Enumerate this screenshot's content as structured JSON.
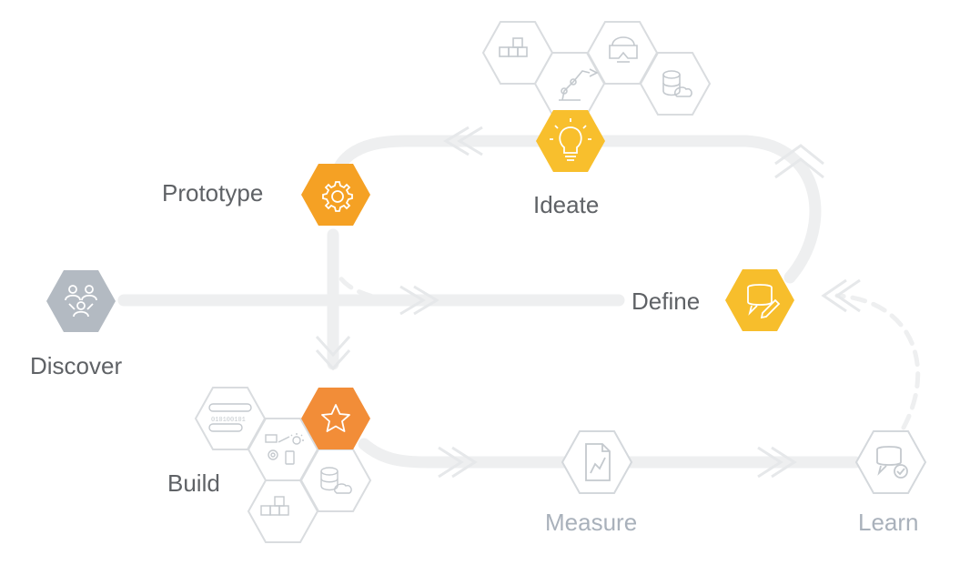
{
  "stages": {
    "discover": {
      "label": "Discover",
      "icon": "people-network-icon",
      "color": "#b3bac2"
    },
    "prototype": {
      "label": "Prototype",
      "icon": "gear-icon",
      "color": "#f5a124"
    },
    "ideate": {
      "label": "Ideate",
      "icon": "lightbulb-icon",
      "color": "#f8bf2d"
    },
    "define": {
      "label": "Define",
      "icon": "speech-bubble-pencil-icon",
      "color": "#f7be2c"
    },
    "build": {
      "label": "Build",
      "icon": "star-icon",
      "color": "#f28d38"
    },
    "measure": {
      "label": "Measure",
      "icon": "document-chart-icon",
      "color": "#d4d8dc"
    },
    "learn": {
      "label": "Learn",
      "icon": "speech-bubble-check-icon",
      "color": "#d4d8dc"
    }
  },
  "ideate_cluster_icons": [
    "cubes-icon",
    "robot-arm-icon",
    "vr-headset-icon",
    "database-cloud-icon"
  ],
  "build_cluster_icons": [
    "binary-code-icon",
    "iot-devices-icon",
    "database-cloud-icon",
    "cubes-icon"
  ],
  "colors": {
    "path": "#eeeff0",
    "outline": "#d9dcdf",
    "gray_text": "#5f6266",
    "muted_text": "#a9b1bb"
  }
}
